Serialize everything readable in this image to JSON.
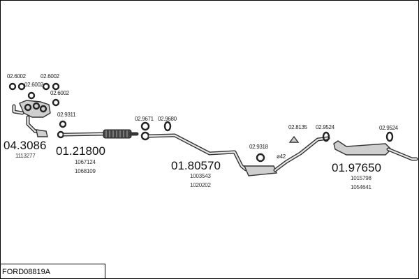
{
  "diagram_code": "FORD08819A",
  "groups": [
    {
      "main": "04.3086",
      "refs": [
        "1113277"
      ]
    },
    {
      "main": "01.21800",
      "refs": [
        "1067124",
        "1068109"
      ]
    },
    {
      "main": "01.80570",
      "refs": [
        "1003543",
        "1020202"
      ]
    },
    {
      "main": "01.97650",
      "refs": [
        "1015798",
        "1054641"
      ]
    }
  ],
  "small_parts": [
    "02.6002",
    "02.6002",
    "02.6002",
    "02.6002",
    "02.9311",
    "02.9671",
    "02.9680",
    "02.9318",
    "02.8135",
    "02.9524",
    "02.9524"
  ],
  "pipe_diameter": "ø42"
}
